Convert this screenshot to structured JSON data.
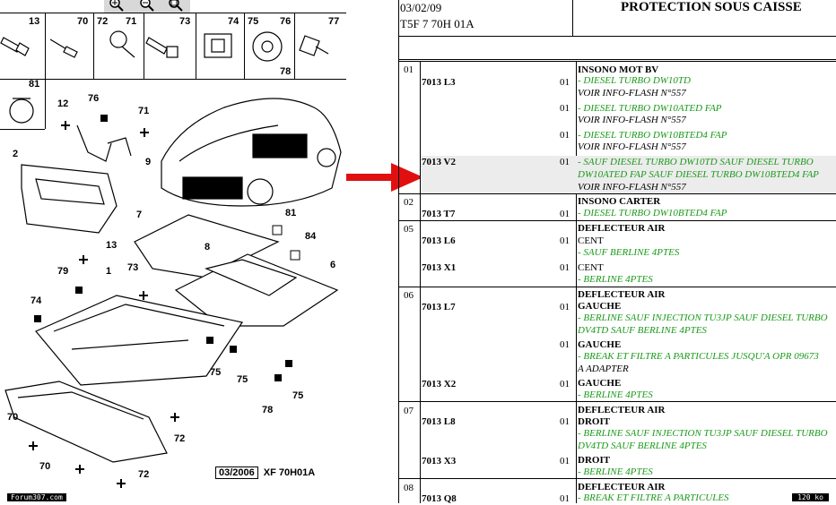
{
  "diagram": {
    "toolbar_icons": [
      "zoom-in-icon",
      "zoom-out-icon",
      "zoom-fit-icon"
    ],
    "top_parts": [
      "13",
      "70",
      "72",
      "71",
      "73",
      "74",
      "75",
      "76",
      "78",
      "77",
      "81"
    ],
    "callouts": [
      "12",
      "76",
      "71",
      "2",
      "9",
      "7",
      "81",
      "84",
      "13",
      "79",
      "1",
      "73",
      "74",
      "8",
      "6",
      "75",
      "75",
      "75",
      "78",
      "70",
      "72",
      "70",
      "72"
    ],
    "stamp_date": "03/2006",
    "stamp_ref": "XF 70H01A",
    "forum_label": "Forum307.com",
    "size_label": "120 ko"
  },
  "header": {
    "date": "03/02/09",
    "ref": "T5F 7 70H 01A",
    "title": "PROTECTION SOUS CAISSE"
  },
  "rows": [
    {
      "num": "01",
      "ref": "7013 L3",
      "qty": "01",
      "title": "INSONO MOT BV",
      "lines": [
        "- DIESEL TURBO DW10TD",
        "VOIR INFO-FLASH N°557"
      ]
    },
    {
      "qty": "01",
      "lines": [
        "- DIESEL TURBO DW10ATED FAP",
        "VOIR INFO-FLASH N°557"
      ]
    },
    {
      "qty": "01",
      "lines": [
        "- DIESEL TURBO DW10BTED4 FAP",
        "VOIR INFO-FLASH N°557"
      ]
    },
    {
      "ref": "7013 V2",
      "qty": "01",
      "lines": [
        "- SAUF DIESEL TURBO DW10TD SAUF DIESEL TURBO",
        "DW10ATED FAP SAUF DIESEL TURBO DW10BTED4 FAP",
        "VOIR INFO-FLASH N°557"
      ]
    },
    {
      "num": "02",
      "ref": "7013 T7",
      "qty": "01",
      "title": "INSONO CARTER",
      "lines": [
        "- DIESEL TURBO DW10BTED4 FAP"
      ]
    },
    {
      "num": "05",
      "ref": "7013 L6",
      "qty": "01",
      "title": "DEFLECTEUR AIR",
      "lines": [
        "CENT",
        "- SAUF BERLINE 4PTES"
      ]
    },
    {
      "ref": "7013 X1",
      "qty": "01",
      "lines": [
        "CENT",
        "- BERLINE 4PTES"
      ]
    },
    {
      "num": "06",
      "ref": "7013 L7",
      "qty": "01",
      "title": "DEFLECTEUR AIR",
      "lines": [
        "GAUCHE",
        "- BERLINE SAUF INJECTION TU3JP SAUF DIESEL TURBO",
        "DV4TD SAUF BERLINE 4PTES"
      ]
    },
    {
      "qty": "01",
      "lines": [
        "GAUCHE",
        "- BREAK ET FILTRE A PARTICULES JUSQU'A OPR 09673",
        "A ADAPTER"
      ]
    },
    {
      "ref": "7013 X2",
      "qty": "01",
      "lines": [
        "GAUCHE",
        "- BERLINE 4PTES"
      ]
    },
    {
      "num": "07",
      "ref": "7013 L8",
      "qty": "01",
      "title": "DEFLECTEUR AIR",
      "lines": [
        "DROIT",
        "- BERLINE SAUF INJECTION TU3JP SAUF DIESEL TURBO",
        "DV4TD SAUF BERLINE 4PTES"
      ]
    },
    {
      "ref": "7013 X3",
      "qty": "01",
      "lines": [
        "DROIT",
        "- BERLINE 4PTES"
      ]
    },
    {
      "num": "08",
      "ref": "7013 Q8",
      "qty": "01",
      "title": "DEFLECTEUR AIR",
      "lines": [
        "- BREAK ET FILTRE A PARTICULES"
      ]
    }
  ]
}
